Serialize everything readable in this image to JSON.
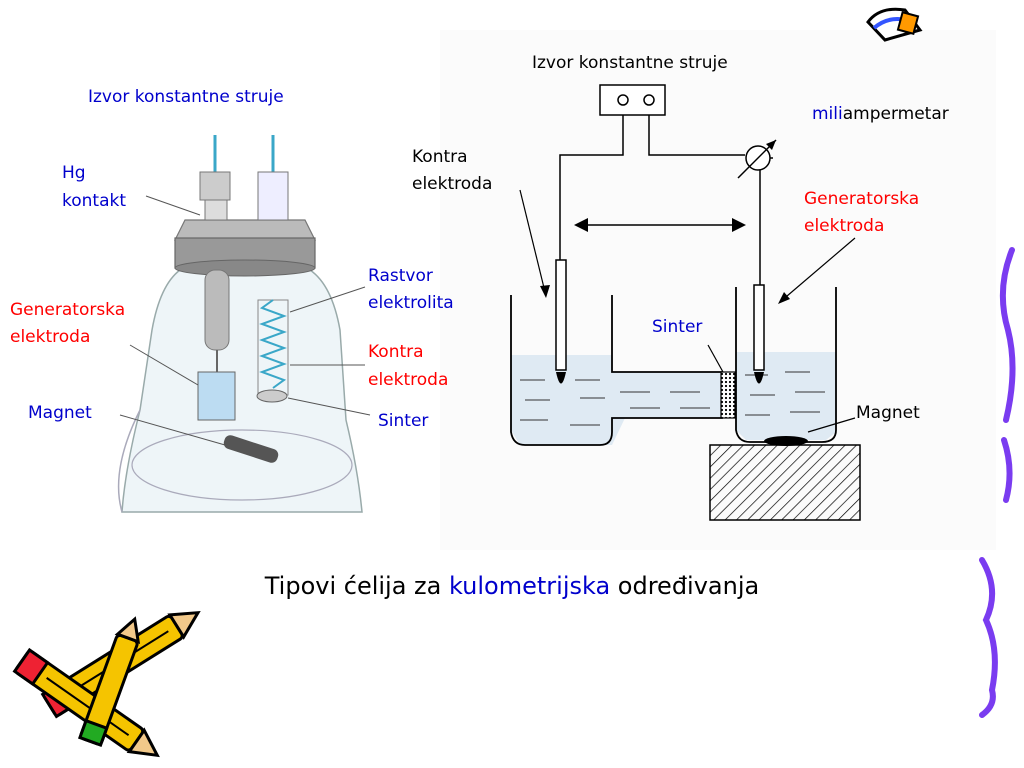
{
  "left_cell": {
    "title": "Izvor konstantne struje",
    "hg_contact": [
      "Hg",
      "kontakt"
    ],
    "generator_electrode": [
      "Generatorska",
      "elektroda"
    ],
    "magnet": "Magnet",
    "electrolyte": [
      "Rastvor",
      "elektrolita"
    ],
    "counter_electrode": [
      "Kontra",
      "elektroda"
    ],
    "sinter": "Sinter"
  },
  "right_cell": {
    "title": "Izvor konstantne struje",
    "milliammeter_prefix": "mili",
    "milliammeter_suffix": "ampermetar",
    "counter_electrode": [
      "Kontra",
      "elektroda"
    ],
    "generator_electrode": [
      "Generatorska",
      "elektroda"
    ],
    "sinter": "Sinter",
    "magnet": "Magnet"
  },
  "caption": {
    "part1": "Tipovi ćelija za ",
    "highlight": "kulometrijska",
    "part2": " određivanja"
  },
  "colors": {
    "blue_text": "#0000cc",
    "red_text": "#ff0000",
    "cell_fill": "#dfeaf3",
    "electrode_fill": "#bcdcf2",
    "decor_purple": "#7a3cf0"
  }
}
